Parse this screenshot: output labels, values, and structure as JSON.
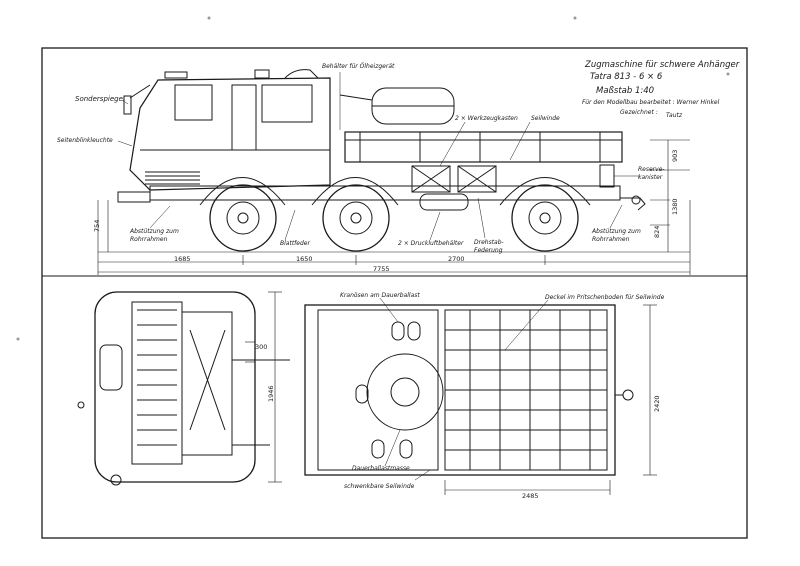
{
  "title_block": {
    "line1": "Zugmaschine für schwere Anhänger",
    "line2": "Tatra 813 - 6 × 6",
    "scale": "Maßstab 1:40",
    "credit": "Für den Modellbau bearbeitet : Werner Hinkel",
    "drawn": "Gezeichnet :",
    "signature": "Tautz"
  },
  "side_view": {
    "labels": {
      "mirror": "Sonderspiegel",
      "oil_tank": "Behälter für Ölheizgerät",
      "tool_box": "2 × Werkzeugkasten",
      "winch": "Seilwinde",
      "side_blinker": "Seitenblinkleuchte",
      "reserve_canister": "Reserve-kanister",
      "support_front": "Abstützung zum Rohrrahmen",
      "leaf_spring": "Blattfeder",
      "air_tank": "2 × Druckluftbehälter",
      "torsion_bar": "Drehstab-Federung",
      "support_rear": "Abstützung zum Rohrrahmen"
    },
    "dims": {
      "front_overhang": "1685",
      "wb1": "1650",
      "wb2": "2700",
      "total": "7755",
      "h_front": "754",
      "h_deck": "903",
      "h_total": "1380",
      "h_rear": "824"
    }
  },
  "front_view": {
    "dims": {
      "width": "300",
      "height": "1946"
    }
  },
  "top_view": {
    "labels": {
      "crane_eyes": "Kranösen am Dauerballast",
      "cover": "Deckel im Pritschenboden für Seilwinde",
      "ballast": "Dauerballastmasse",
      "swivel_winch": "schwenkbare Seilwinde"
    },
    "dims": {
      "length": "2485",
      "width": "2420"
    }
  },
  "colors": {
    "ink": "#1a1a1a",
    "paper": "#ffffff"
  }
}
